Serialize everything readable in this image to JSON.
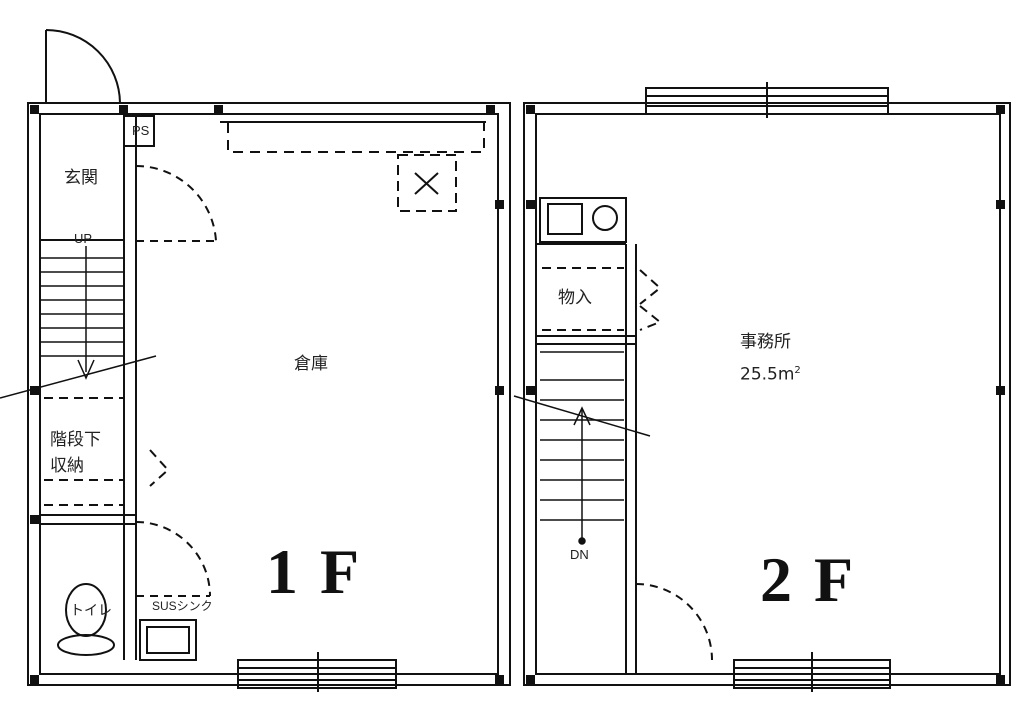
{
  "floor1": {
    "label": "1F",
    "rooms": {
      "entrance": "玄関",
      "storage": "倉庫",
      "understair_line1": "階段下",
      "understair_line2": "収納",
      "toilet": "トイレ"
    },
    "fixtures": {
      "ps": "PS",
      "up": "UP",
      "sink": "SUSシンク"
    }
  },
  "floor2": {
    "label": "2F",
    "rooms": {
      "closet": "物入",
      "office": "事務所",
      "office_area_value": "25.5m",
      "office_area_sup": "2"
    },
    "fixtures": {
      "dn": "DN"
    }
  },
  "colors": {
    "wall": "#111111",
    "dash": "#222222",
    "background": "#ffffff"
  }
}
